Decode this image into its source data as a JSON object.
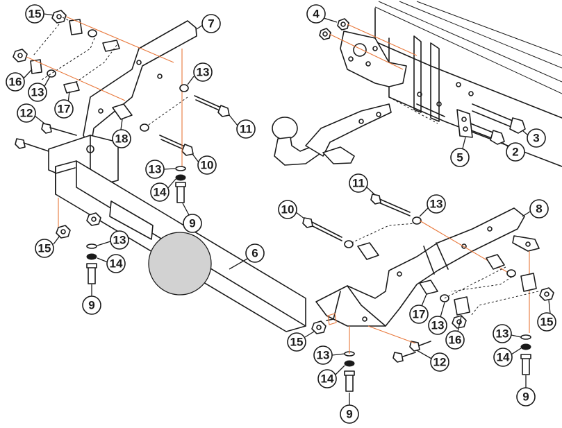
{
  "callouts": [
    {
      "id": "c15a",
      "text": "15"
    },
    {
      "id": "c16a",
      "text": "16"
    },
    {
      "id": "c13a",
      "text": "13"
    },
    {
      "id": "c17a",
      "text": "17"
    },
    {
      "id": "c12a",
      "text": "12"
    },
    {
      "id": "c18",
      "text": "18"
    },
    {
      "id": "c7",
      "text": "7"
    },
    {
      "id": "c13b",
      "text": "13"
    },
    {
      "id": "c11a",
      "text": "11"
    },
    {
      "id": "c10a",
      "text": "10"
    },
    {
      "id": "c13c",
      "text": "13"
    },
    {
      "id": "c14a",
      "text": "14"
    },
    {
      "id": "c9a",
      "text": "9"
    },
    {
      "id": "c15b",
      "text": "15"
    },
    {
      "id": "c13d",
      "text": "13"
    },
    {
      "id": "c14b",
      "text": "14"
    },
    {
      "id": "c9b",
      "text": "9"
    },
    {
      "id": "c6",
      "text": "6"
    },
    {
      "id": "c4",
      "text": "4"
    },
    {
      "id": "c3",
      "text": "3"
    },
    {
      "id": "c2",
      "text": "2"
    },
    {
      "id": "c5",
      "text": "5"
    },
    {
      "id": "c11b",
      "text": "11"
    },
    {
      "id": "c13e",
      "text": "13"
    },
    {
      "id": "c10b",
      "text": "10"
    },
    {
      "id": "c8",
      "text": "8"
    },
    {
      "id": "c17b",
      "text": "17"
    },
    {
      "id": "c13f",
      "text": "13"
    },
    {
      "id": "c16b",
      "text": "16"
    },
    {
      "id": "c15c",
      "text": "15"
    },
    {
      "id": "c15d",
      "text": "15"
    },
    {
      "id": "c13g",
      "text": "13"
    },
    {
      "id": "c14c",
      "text": "14"
    },
    {
      "id": "c9c",
      "text": "9"
    },
    {
      "id": "c12b",
      "text": "12"
    },
    {
      "id": "c13h",
      "text": "13"
    },
    {
      "id": "c14d",
      "text": "14"
    },
    {
      "id": "c9d",
      "text": "9"
    }
  ],
  "colors": {
    "line": "#1a1a1a",
    "reference_line": "#e8773a",
    "tow_ball_area": "#d2d2d2",
    "background": "#ffffff"
  }
}
